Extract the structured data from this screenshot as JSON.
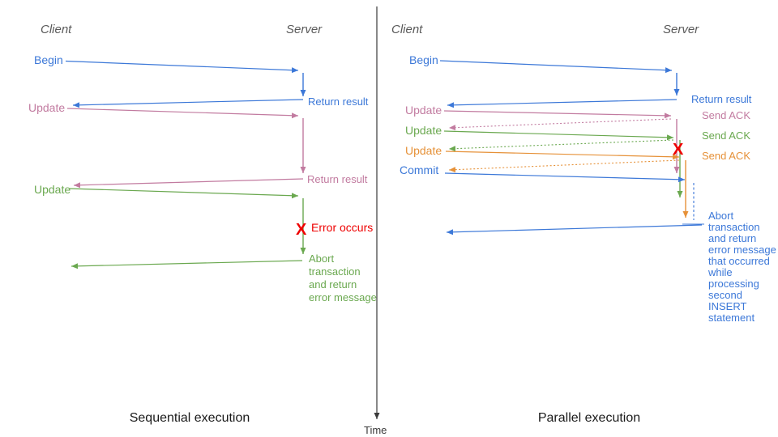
{
  "colors": {
    "blue": "#3c78d8",
    "pink": "#c27ba0",
    "green": "#6aa84f",
    "orange": "#e69138",
    "red": "#ee0000",
    "header_gray": "#595959",
    "axis": "#3a3a3a",
    "caption": "#1a1a1a"
  },
  "time_axis": {
    "label": "Time"
  },
  "sequential": {
    "caption": "Sequential execution",
    "client_header": "Client",
    "server_header": "Server",
    "begin_label": "Begin",
    "begin_return": "Return result",
    "update1_label": "Update",
    "update1_return": "Return result",
    "update2_label": "Update",
    "error_x": "X",
    "error_label": "Error occurs",
    "abort_lines": [
      "Abort",
      "transaction",
      "and return",
      "error message"
    ]
  },
  "parallel": {
    "caption": "Parallel execution",
    "client_header": "Client",
    "server_header": "Server",
    "begin_label": "Begin",
    "begin_return": "Return result",
    "update1_label": "Update",
    "update1_ack": "Send ACK",
    "update2_label": "Update",
    "update2_ack": "Send ACK",
    "update3_label": "Update",
    "update3_ack": "Send ACK",
    "commit_label": "Commit",
    "error_x": "X",
    "abort_lines": [
      "Abort",
      "transaction",
      "and return",
      "error message",
      "that occurred",
      "while",
      "processing",
      "second",
      "INSERT",
      "statement"
    ]
  }
}
